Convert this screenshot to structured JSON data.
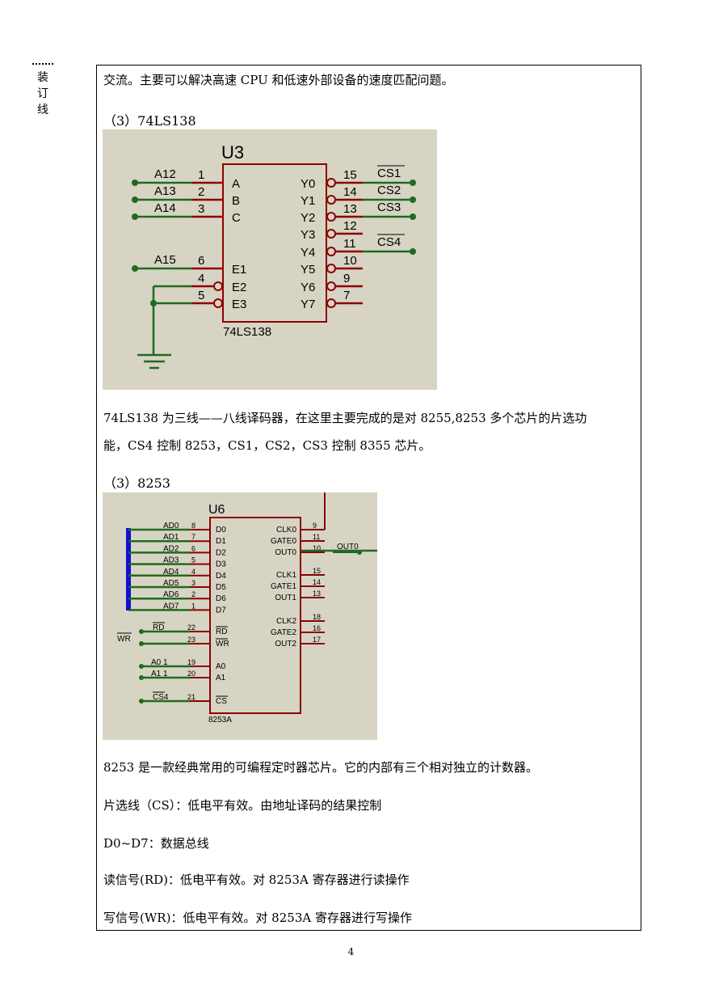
{
  "binding": {
    "chars": [
      "装",
      "订",
      "线"
    ]
  },
  "paragraphs": {
    "p1": "交流。主要可以解决高速 CPU 和低速外部设备的速度匹配问题。",
    "h1": "（3）74LS138",
    "p2a": "74LS138 为三线——八线译码器，在这里主要完成的是对 8255,8253 多个芯片的片选功",
    "p2b": "能，CS4 控制 8253，CS1，CS2，CS3 控制 8355 芯片。",
    "h2": "（3）8253",
    "p3": "8253 是一款经典常用的可编程定时器芯片。它的内部有三个相对独立的计数器。",
    "p4": "片选线（CS）：低电平有效。由地址译码的结果控制",
    "p5": "D0~D7：数据总线",
    "p6": "读信号(RD)：低电平有效。对 8253A 寄存器进行读操作",
    "p7": "写信号(WR)：低电平有效。对 8253A 寄存器进行写操作"
  },
  "fig1": {
    "ref": "U3",
    "part": "74LS138",
    "left_pins": [
      {
        "net": "A12",
        "num": "1",
        "name": "A"
      },
      {
        "net": "A13",
        "num": "2",
        "name": "B"
      },
      {
        "net": "A14",
        "num": "3",
        "name": "C"
      },
      {
        "net": "A15",
        "num": "6",
        "name": "E1"
      },
      {
        "net": "",
        "num": "4",
        "name": "E2"
      },
      {
        "net": "",
        "num": "5",
        "name": "E3"
      }
    ],
    "right_pins": [
      {
        "name": "Y0",
        "num": "15",
        "net": "CS1"
      },
      {
        "name": "Y1",
        "num": "14",
        "net": "CS2"
      },
      {
        "name": "Y2",
        "num": "13",
        "net": "CS3"
      },
      {
        "name": "Y3",
        "num": "12",
        "net": ""
      },
      {
        "name": "Y4",
        "num": "11",
        "net": "CS4"
      },
      {
        "name": "Y5",
        "num": "10",
        "net": ""
      },
      {
        "name": "Y6",
        "num": "9",
        "net": ""
      },
      {
        "name": "Y7",
        "num": "7",
        "net": ""
      }
    ]
  },
  "fig2": {
    "ref": "U6",
    "part": "8253A",
    "data_pins": [
      {
        "net": "AD0",
        "num": "8",
        "name": "D0"
      },
      {
        "net": "AD1",
        "num": "7",
        "name": "D1"
      },
      {
        "net": "AD2",
        "num": "6",
        "name": "D2"
      },
      {
        "net": "AD3",
        "num": "5",
        "name": "D3"
      },
      {
        "net": "AD4",
        "num": "4",
        "name": "D4"
      },
      {
        "net": "AD5",
        "num": "3",
        "name": "D5"
      },
      {
        "net": "AD6",
        "num": "2",
        "name": "D6"
      },
      {
        "net": "AD7",
        "num": "1",
        "name": "D7"
      }
    ],
    "ctrl_pins": [
      {
        "net": "RD",
        "num": "22",
        "name": "RD"
      },
      {
        "net": "WR",
        "num": "23",
        "name": "WR"
      },
      {
        "net": "A0_1",
        "num": "19",
        "name": "A0"
      },
      {
        "net": "A1_1",
        "num": "20",
        "name": "A1"
      },
      {
        "net": "CS4",
        "num": "21",
        "name": "CS"
      }
    ],
    "right_pins": [
      {
        "name": "CLK0",
        "num": "9"
      },
      {
        "name": "GATE0",
        "num": "11"
      },
      {
        "name": "OUT0",
        "num": "10"
      },
      {
        "name": "CLK1",
        "num": "15"
      },
      {
        "name": "GATE1",
        "num": "14"
      },
      {
        "name": "OUT1",
        "num": "13"
      },
      {
        "name": "CLK2",
        "num": "18"
      },
      {
        "name": "GATE2",
        "num": "16"
      },
      {
        "name": "OUT2",
        "num": "17"
      }
    ],
    "out_net": "OUT0",
    "a0_label": "A0  1",
    "a1_label": "A1  1"
  },
  "page_number": "4",
  "colors": {
    "figure_bg": "#d8d4c4",
    "wire": "#1f6b1f",
    "pin": "#8b0000",
    "bus": "#1010d0"
  }
}
